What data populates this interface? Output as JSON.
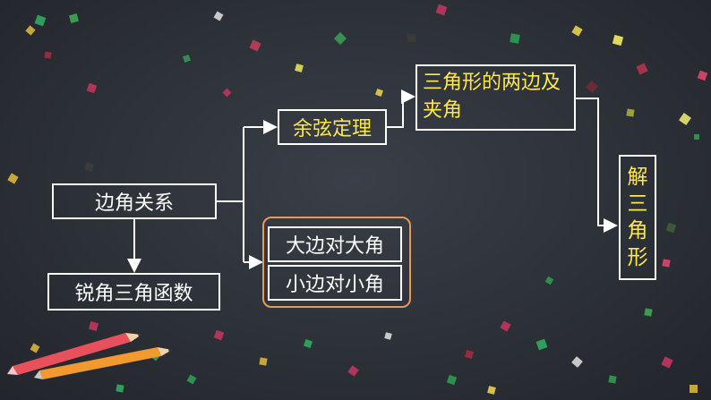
{
  "diagram": {
    "nodes": {
      "edge_angle": "边角关系",
      "acute_trig": "锐角三角函数",
      "law_cosines": "余弦定理",
      "two_sides_angle": "三角形的两边及夹角",
      "big_side_angle": "大边对大角",
      "small_side_angle": "小边对小角",
      "solve_triangle": [
        "解",
        "三",
        "角",
        "形"
      ]
    }
  },
  "colors": {
    "background": "#2b2f36",
    "line": "#ffffff",
    "highlight_text": "#ffe84a",
    "group_border": "#e89a55",
    "pencil_red": "#e8505b",
    "pencil_orange": "#f29a2e"
  }
}
